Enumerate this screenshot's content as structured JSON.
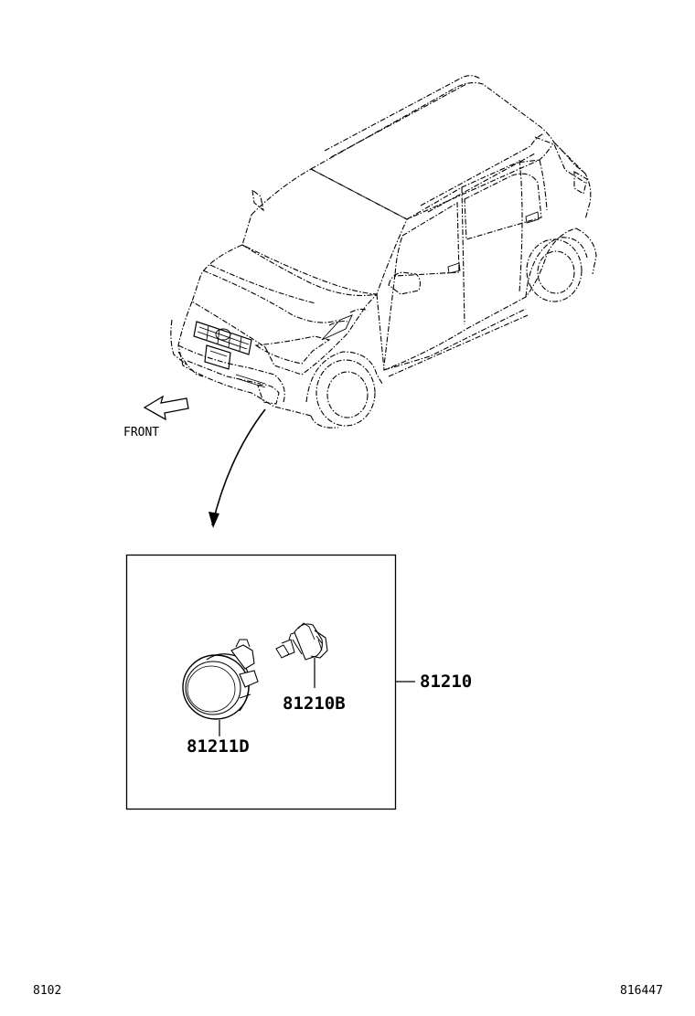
{
  "orientation_label": "FRONT",
  "callouts": {
    "assembly": "81210",
    "bulb": "81210B",
    "lamp_unit": "81211D"
  },
  "footer": {
    "left_code": "8102",
    "right_code": "816447"
  }
}
